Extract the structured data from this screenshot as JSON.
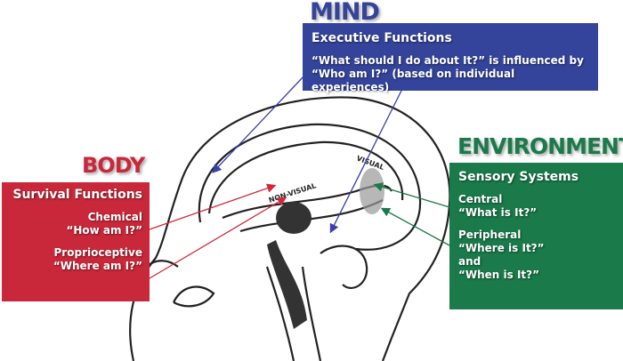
{
  "mind": {
    "title": "MIND",
    "heading": "Executive Functions",
    "line1": "“What should I do about It?” is influenced by",
    "line2": "“Who am I?” (based on individual experiences)",
    "color": "#34449a"
  },
  "body": {
    "title": "BODY",
    "heading": "Survival Functions",
    "items": [
      {
        "name": "Chemical",
        "q": "“How am I?”"
      },
      {
        "name": "Proprioceptive",
        "q": "“Where am I?”"
      }
    ],
    "color": "#c9283a"
  },
  "environment": {
    "title": "ENVIRONMENT",
    "heading": "Sensory Systems",
    "central": {
      "name": "Central",
      "q": "“What is It?”"
    },
    "peripheral": {
      "name": "Peripheral",
      "q1": "“Where is It?”",
      "and": "and",
      "q2": "“When is It?”"
    },
    "color": "#1a7a4a"
  },
  "brain_labels": {
    "visual": "VISUAL",
    "non_visual": "NON-VISUAL"
  }
}
